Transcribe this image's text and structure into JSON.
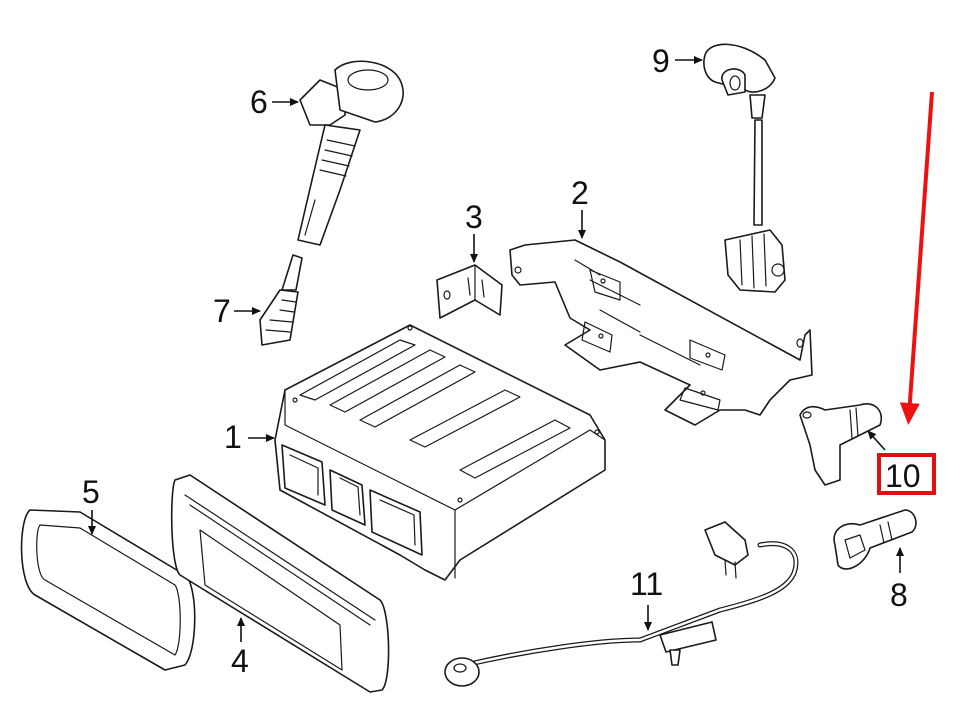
{
  "diagram": {
    "type": "exploded-parts-diagram",
    "callouts": [
      {
        "id": "1",
        "label": "1",
        "part": "engine-control-module"
      },
      {
        "id": "2",
        "label": "2",
        "part": "ecm-mounting-bracket"
      },
      {
        "id": "3",
        "label": "3",
        "part": "small-bracket"
      },
      {
        "id": "4",
        "label": "4",
        "part": "connector-cover"
      },
      {
        "id": "5",
        "label": "5",
        "part": "connector-seal"
      },
      {
        "id": "6",
        "label": "6",
        "part": "ignition-coil"
      },
      {
        "id": "7",
        "label": "7",
        "part": "spark-plug"
      },
      {
        "id": "8",
        "label": "8",
        "part": "temperature-sensor"
      },
      {
        "id": "9",
        "label": "9",
        "part": "camshaft-sensor-with-lead"
      },
      {
        "id": "10",
        "label": "10",
        "part": "crankshaft-position-sensor"
      },
      {
        "id": "11",
        "label": "11",
        "part": "knock-sensor-with-harness"
      }
    ],
    "highlight": {
      "callout": "10",
      "color": "#e01010"
    }
  }
}
